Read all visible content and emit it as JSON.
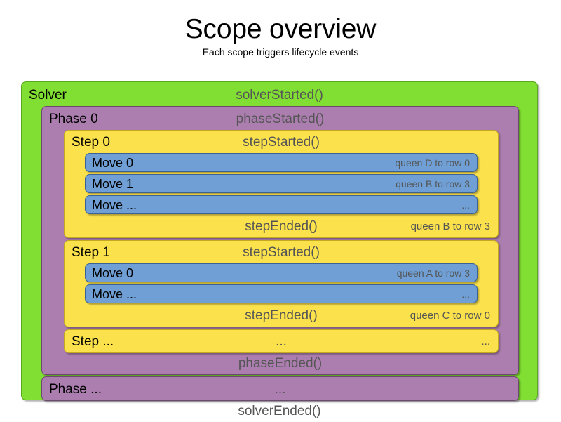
{
  "header": {
    "title": "Scope overview",
    "subtitle": "Each scope triggers lifecycle events"
  },
  "colors": {
    "solver": "#80DF32",
    "phase": "#AC7EB0",
    "step": "#FBE14C",
    "move": "#6F9FD4",
    "event_text": "#555555",
    "name_text": "#000000",
    "page_background": "#FFFFFF"
  },
  "diagram": {
    "solver": {
      "name": "Solver",
      "started_event": "solverStarted()",
      "ended_event": "solverEnded()",
      "phases": [
        {
          "name": "Phase 0",
          "started_event": "phaseStarted()",
          "ended_event": "phaseEnded()",
          "steps": [
            {
              "name": "Step 0",
              "started_event": "stepStarted()",
              "ended_event": "stepEnded()",
              "ended_detail": "queen B to row 3",
              "moves": [
                {
                  "name": "Move 0",
                  "detail": "queen D to row 0"
                },
                {
                  "name": "Move 1",
                  "detail": "queen B to row 3"
                },
                {
                  "name": "Move ...",
                  "detail": "..."
                }
              ]
            },
            {
              "name": "Step 1",
              "started_event": "stepStarted()",
              "ended_event": "stepEnded()",
              "ended_detail": "queen C to row 0",
              "moves": [
                {
                  "name": "Move 0",
                  "detail": "queen A to row 3"
                },
                {
                  "name": "Move ...",
                  "detail": "..."
                }
              ]
            },
            {
              "name": "Step ...",
              "started_event": "...",
              "started_detail": "...",
              "moves": []
            }
          ]
        },
        {
          "name": "Phase ...",
          "started_event": "...",
          "steps": []
        }
      ]
    }
  }
}
